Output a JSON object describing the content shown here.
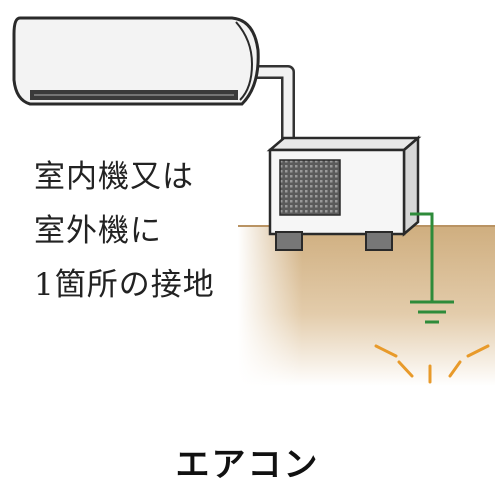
{
  "illustration": {
    "note_lines": [
      "室内機又は",
      "室外機に",
      "1箇所の接地"
    ],
    "caption": "エアコン"
  },
  "colors": {
    "outline": "#333333",
    "ground_fill": "#d9bf98",
    "earth_wire": "#2e8b3a",
    "spark": "#e89a2a"
  },
  "icons": [
    "indoor-unit-icon",
    "outdoor-unit-icon",
    "earth-ground-symbol-icon"
  ]
}
